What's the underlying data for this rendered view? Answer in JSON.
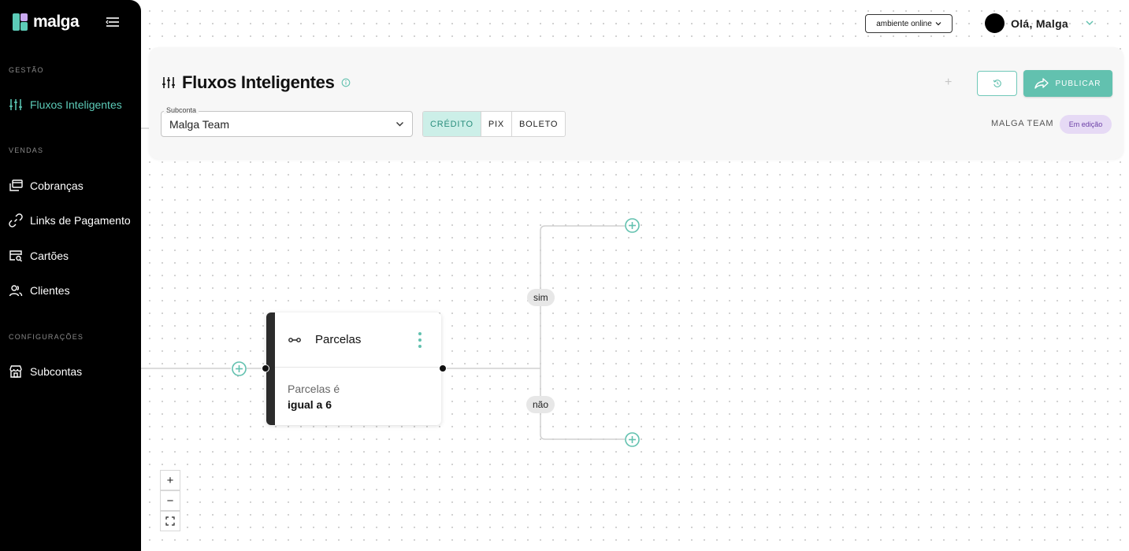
{
  "app": {
    "name": "malga"
  },
  "sidebar": {
    "sections": [
      {
        "title": "GESTÃO",
        "items": [
          {
            "label": "Fluxos Inteligentes",
            "icon": "sliders-icon",
            "active": true
          }
        ]
      },
      {
        "title": "VENDAS",
        "items": [
          {
            "label": "Cobranças",
            "icon": "charges-icon"
          },
          {
            "label": "Links de Pagamento",
            "icon": "link-icon"
          },
          {
            "label": "Cartões",
            "icon": "card-search-icon"
          },
          {
            "label": "Clientes",
            "icon": "users-icon"
          }
        ]
      },
      {
        "title": "CONFIGURAÇÕES",
        "items": [
          {
            "label": "Subcontas",
            "icon": "store-icon"
          }
        ]
      }
    ]
  },
  "header": {
    "environment": "ambiente online",
    "greeting": "Olá, Malga"
  },
  "panel": {
    "title": "Fluxos Inteligentes",
    "subaccount": {
      "label": "Subconta",
      "value": "Malga Team"
    },
    "payment_methods": [
      "CRÉDITO",
      "PIX",
      "BOLETO"
    ],
    "selected_payment_method": "CRÉDITO",
    "publish_label": "PUBLICAR",
    "org_name": "MALGA TEAM",
    "status": "Em edição"
  },
  "flow": {
    "node": {
      "title": "Parcelas",
      "condition_label": "Parcelas é",
      "condition_value": "igual a 6"
    },
    "branches": {
      "yes": "sim",
      "no": "não"
    }
  },
  "zoom_controls": {
    "zoom_in": "+",
    "zoom_out": "−"
  },
  "colors": {
    "accent": "#5ccbb8",
    "publish": "#62c1af",
    "status_bg": "#e6daf5",
    "status_text": "#6b3fa6",
    "sidebar_bg": "#000000"
  }
}
